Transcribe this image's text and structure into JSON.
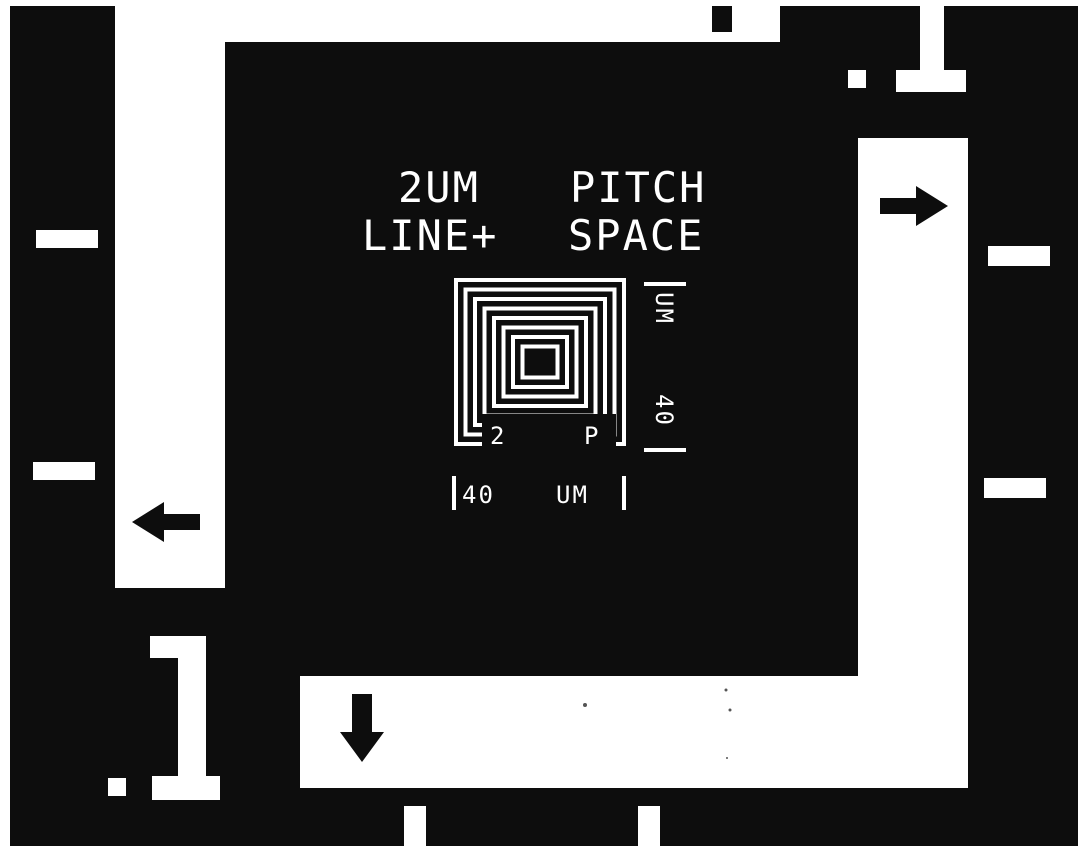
{
  "title_line1_left": "2UM",
  "title_line1_right": "PITCH",
  "title_line2_left": "LINE+",
  "title_line2_right": "SPACE",
  "pattern_label_left": "2",
  "pattern_label_right": "P",
  "dim_horizontal_value": "40",
  "dim_horizontal_unit": "UM",
  "dim_vertical_value": "40",
  "dim_vertical_unit": "UM",
  "colors": {
    "dark": "#0d0d0d",
    "light": "#ffffff"
  },
  "pattern_rings": 8
}
